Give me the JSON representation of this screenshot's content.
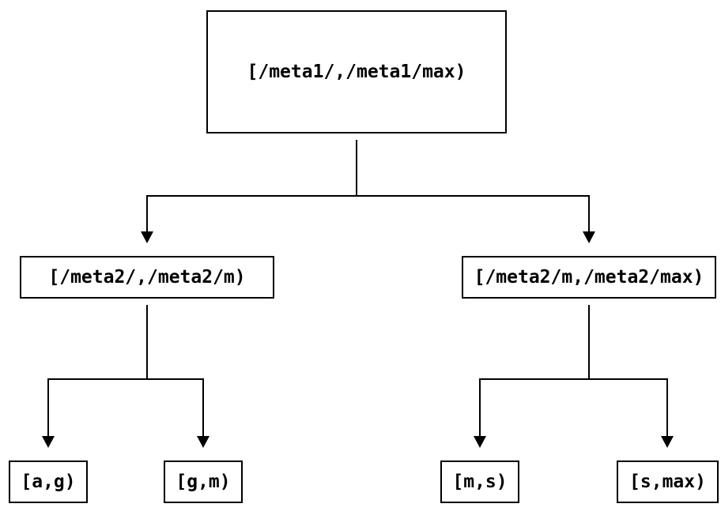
{
  "diagram": {
    "type": "binary-tree",
    "background": "#ffffff",
    "line_color": "#000000",
    "box_border_color": "#000000",
    "text_color": "#000000",
    "nodes": {
      "root": {
        "label": "[/meta1/,/meta1/max)"
      },
      "left": {
        "label": "[/meta2/,/meta2/m)"
      },
      "right": {
        "label": "[/meta2/m,/meta2/max)"
      },
      "left_left": {
        "label": "[a,g)"
      },
      "left_right": {
        "label": "[g,m)"
      },
      "right_left": {
        "label": "[m,s)"
      },
      "right_right": {
        "label": "[s,max)"
      }
    },
    "edges": [
      {
        "from": "root",
        "to": "left"
      },
      {
        "from": "root",
        "to": "right"
      },
      {
        "from": "left",
        "to": "left_left"
      },
      {
        "from": "left",
        "to": "left_right"
      },
      {
        "from": "right",
        "to": "right_left"
      },
      {
        "from": "right",
        "to": "right_right"
      }
    ]
  }
}
